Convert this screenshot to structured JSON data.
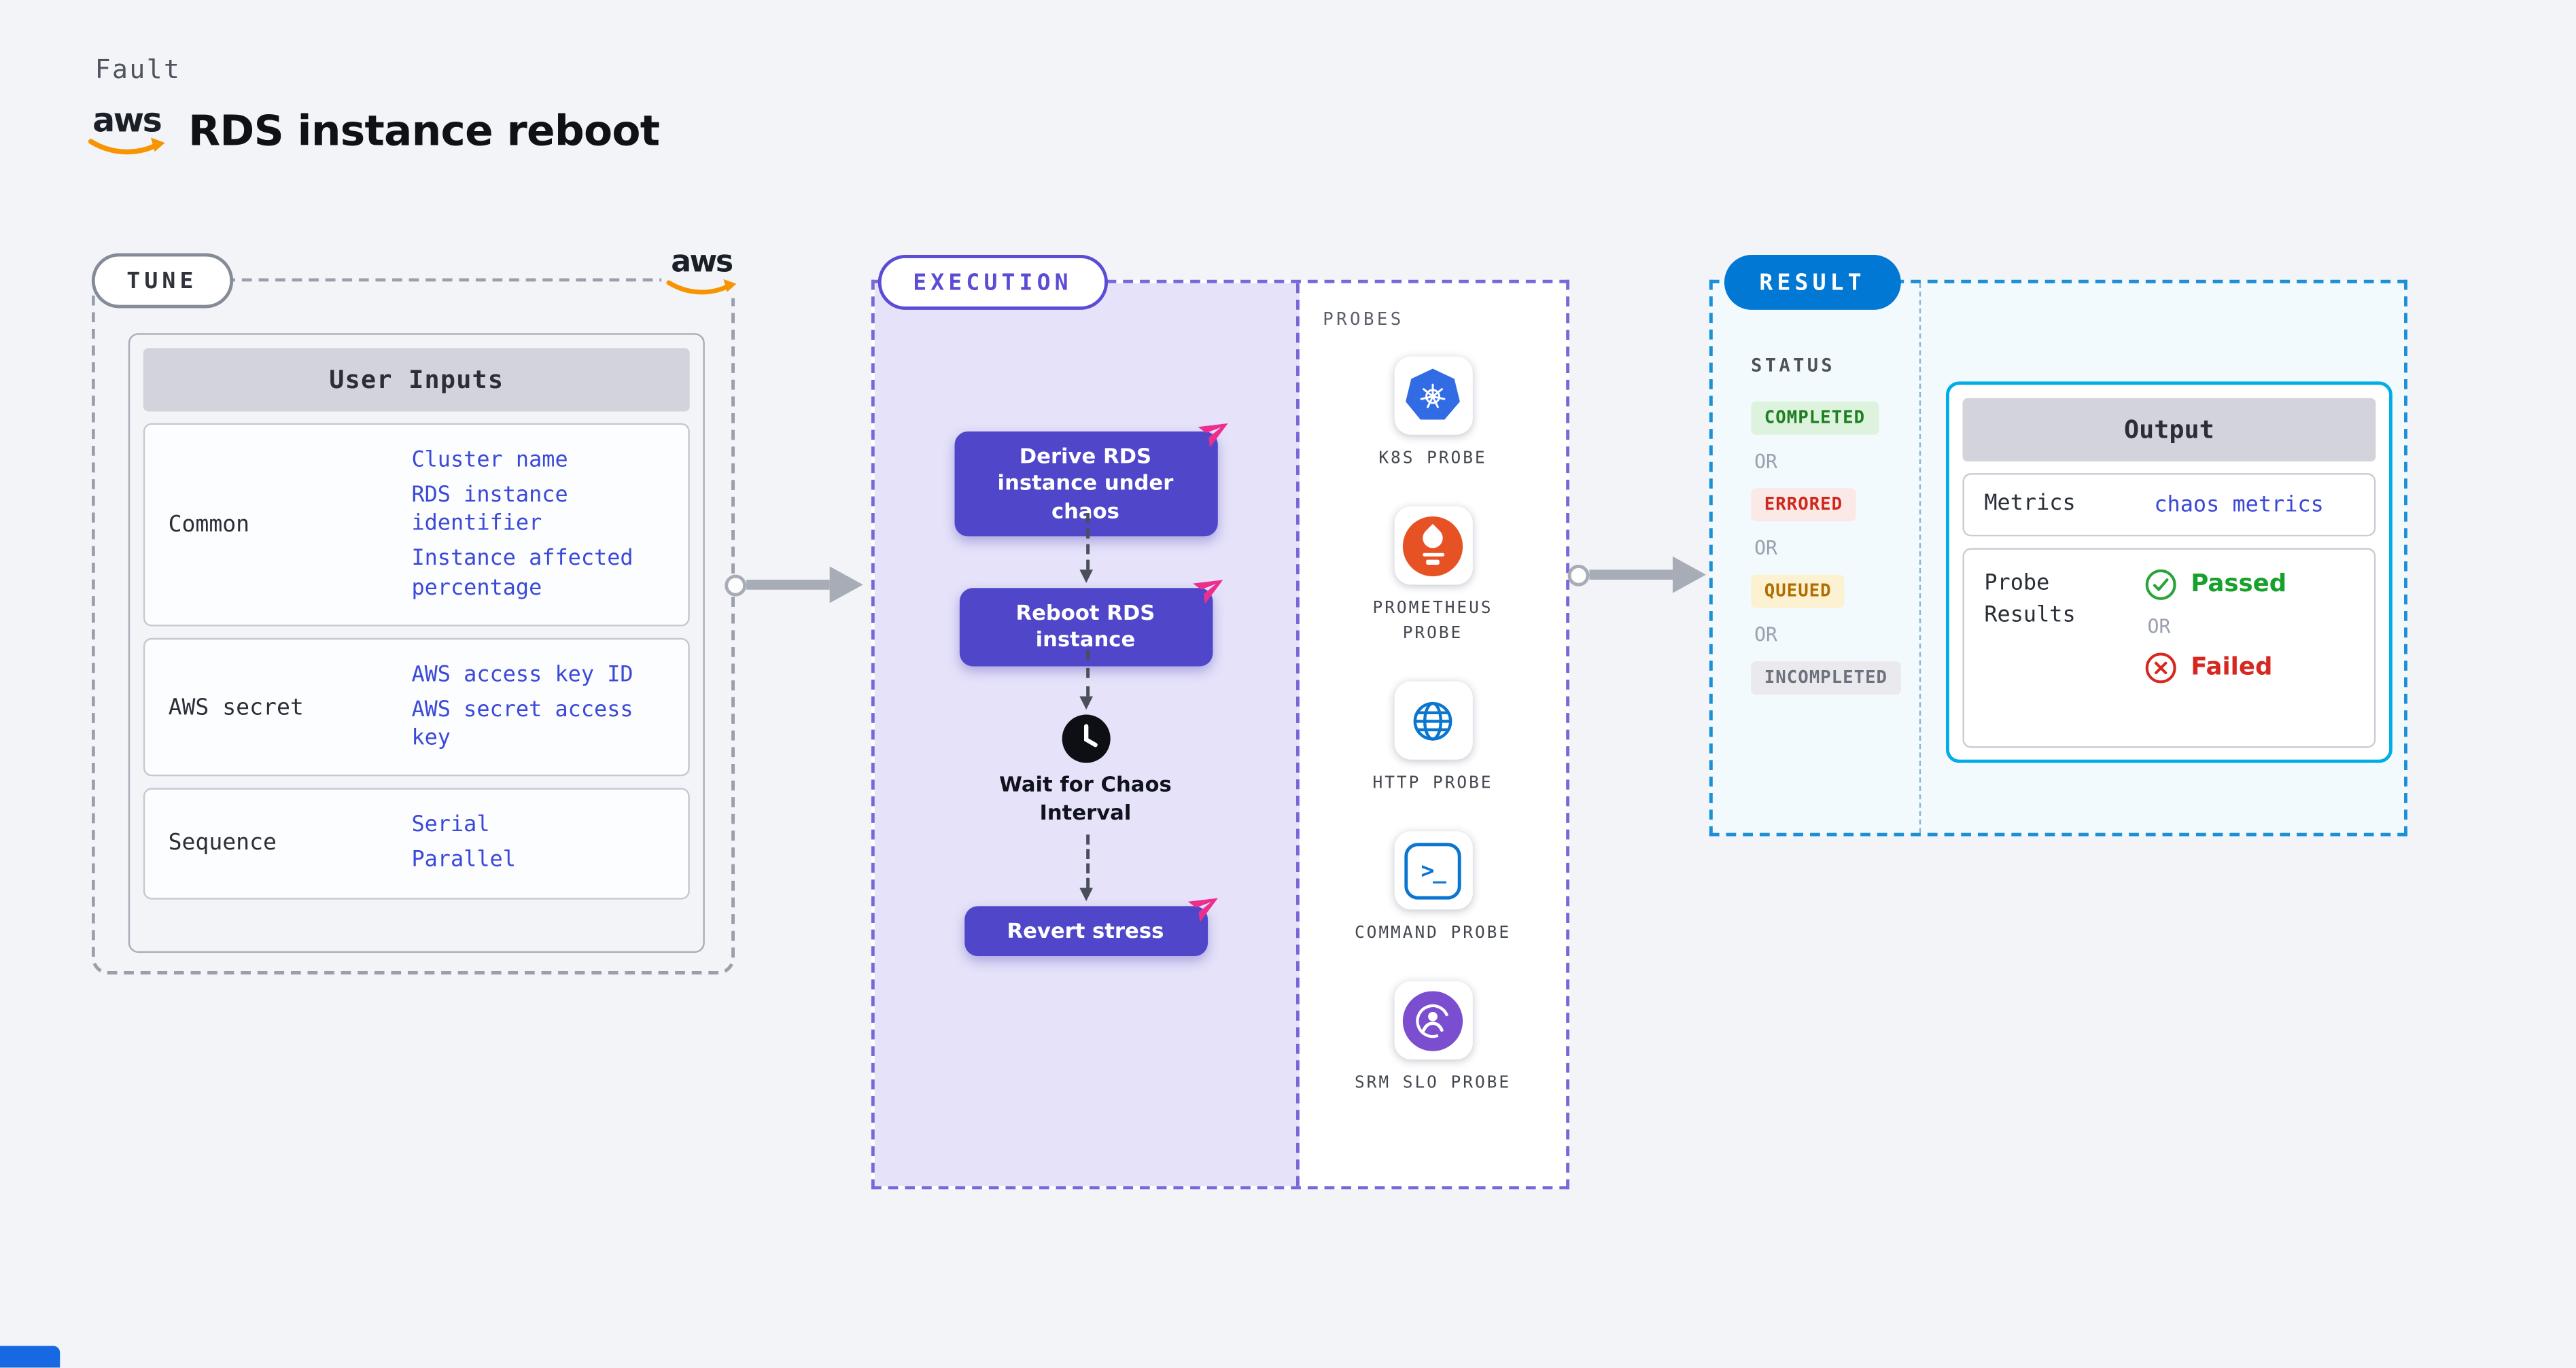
{
  "page": {
    "kicker": "Fault",
    "title": "RDS instance reboot",
    "aws_logo_text": "aws"
  },
  "tune": {
    "label": "TUNE",
    "table_header": "User Inputs",
    "rows": [
      {
        "label": "Common",
        "values": [
          "Cluster name",
          "RDS instance identifier",
          "Instance affected percentage"
        ]
      },
      {
        "label": "AWS secret",
        "values": [
          "AWS access key ID",
          "AWS secret access key"
        ]
      },
      {
        "label": "Sequence",
        "values": [
          "Serial",
          "Parallel"
        ]
      }
    ]
  },
  "execution": {
    "label": "EXECUTION",
    "steps": [
      "Derive RDS instance under chaos",
      "Reboot RDS instance",
      "Revert stress"
    ],
    "wait_label": "Wait for Chaos Interval"
  },
  "probes": {
    "label": "PROBES",
    "items": [
      {
        "name": "K8S PROBE",
        "icon": "kubernetes-icon"
      },
      {
        "name": "PROMETHEUS PROBE",
        "icon": "prometheus-torch-icon"
      },
      {
        "name": "HTTP PROBE",
        "icon": "globe-icon"
      },
      {
        "name": "COMMAND PROBE",
        "icon": "terminal-icon"
      },
      {
        "name": "SRM SLO PROBE",
        "icon": "srm-gauge-icon"
      }
    ]
  },
  "result": {
    "label": "RESULT",
    "status_label": "STATUS",
    "or_label": "OR",
    "statuses": [
      {
        "label": "COMPLETED",
        "type": "completed"
      },
      {
        "label": "ERRORED",
        "type": "errored"
      },
      {
        "label": "QUEUED",
        "type": "queued"
      },
      {
        "label": "INCOMPLETED",
        "type": "incompleted"
      }
    ],
    "output": {
      "header": "Output",
      "metrics_label": "Metrics",
      "metrics_value": "chaos metrics",
      "probe_results_label": "Probe Results",
      "passed_label": "Passed",
      "failed_label": "Failed"
    }
  },
  "colors": {
    "page_background": "#f2f4f8",
    "accent_purple": "#4f46c9",
    "execution_panel": "#e5e2f9",
    "execution_border": "#7668d9",
    "result_blue": "#0278d5",
    "result_border": "#1c8fd6",
    "output_border": "#00ade4",
    "link_blue": "#3b49d8",
    "pink_send": "#ed2e8d",
    "status_completed": "#1e8022",
    "status_errored": "#d0281c",
    "status_queued": "#b06e00",
    "status_incompleted": "#6d727e",
    "passed_green": "#18a02c",
    "failed_red": "#d6281e",
    "arrow_gray": "#a7acb6",
    "kubernetes_blue": "#326ce5",
    "prometheus_orange": "#e75225",
    "srm_purple": "#7b4ecf",
    "aws_orange": "#f79400"
  }
}
